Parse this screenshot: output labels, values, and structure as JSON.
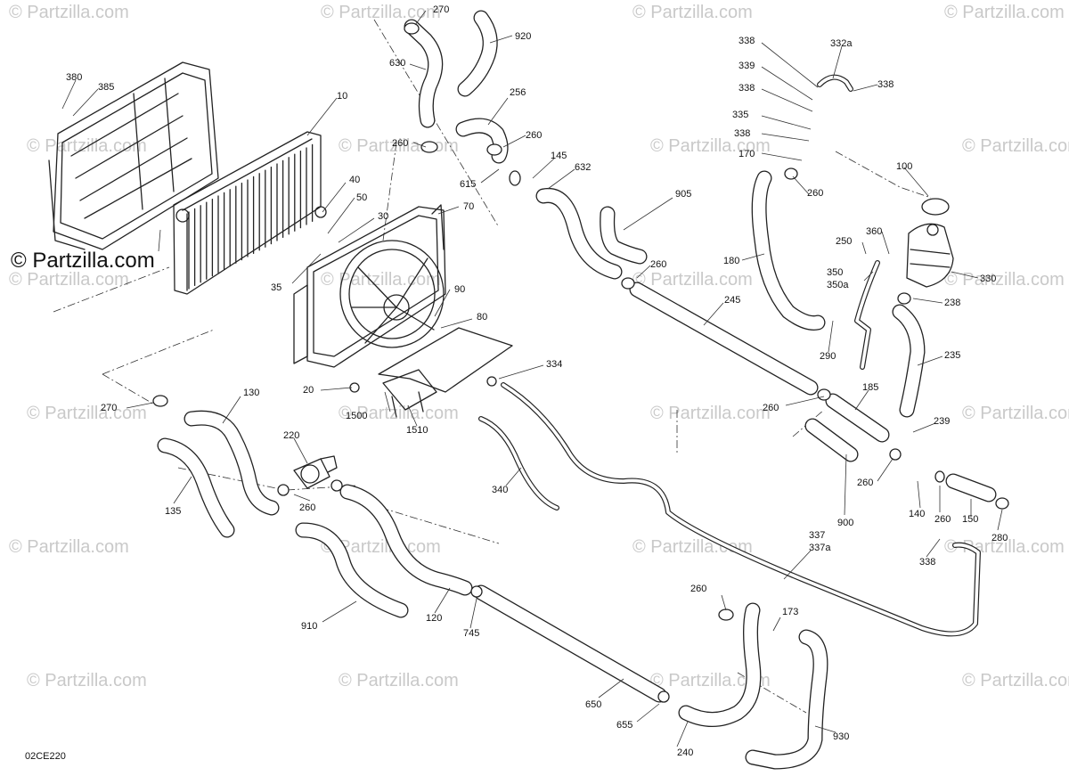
{
  "diagram": {
    "watermark_text": "© Partzilla.com",
    "brand": "© Partzilla.com",
    "drawing_code": "02CE220",
    "callouts": [
      "270",
      "920",
      "630",
      "256",
      "260",
      "145",
      "632",
      "615",
      "380",
      "385",
      "10",
      "40",
      "50",
      "30",
      "70",
      "35",
      "90",
      "80",
      "20",
      "1500",
      "1510",
      "334",
      "905",
      "245",
      "338",
      "332a",
      "339",
      "335",
      "170",
      "100",
      "250",
      "360",
      "350",
      "350a",
      "330",
      "238",
      "180",
      "290",
      "235",
      "185",
      "239",
      "900",
      "140",
      "150",
      "280",
      "337",
      "337a",
      "130",
      "220",
      "135",
      "340",
      "910",
      "120",
      "745",
      "650",
      "655",
      "240",
      "930",
      "173"
    ]
  }
}
